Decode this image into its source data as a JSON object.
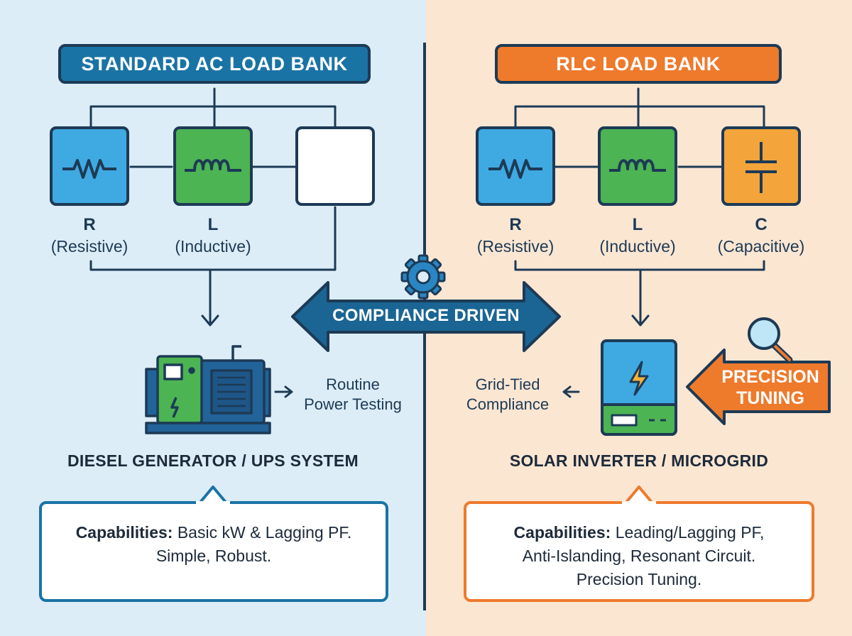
{
  "left": {
    "title": "STANDARD AC LOAD BANK",
    "components": [
      {
        "symbol": "R",
        "name": "(Resistive)"
      },
      {
        "symbol": "L",
        "name": "(Inductive)"
      }
    ],
    "side_text": [
      "Routine",
      "Power Testing"
    ],
    "system": "DIESEL GENERATOR / UPS SYSTEM",
    "capabilities_label": "Capabilities:",
    "capabilities_lines": [
      "Basic kW & Lagging PF.",
      "Simple, Robust."
    ]
  },
  "right": {
    "title": "RLC LOAD BANK",
    "components": [
      {
        "symbol": "R",
        "name": "(Resistive)"
      },
      {
        "symbol": "L",
        "name": "(Inductive)"
      },
      {
        "symbol": "C",
        "name": "(Capacitive)"
      }
    ],
    "side_text": [
      "Grid-Tied",
      "Compliance"
    ],
    "system": "SOLAR INVERTER / MICROGRID",
    "capabilities_label": "Capabilities:",
    "capabilities_lines": [
      "Leading/Lagging PF,",
      "Anti-Islanding, Resonant Circuit.",
      "Precision Tuning."
    ]
  },
  "center_arrow": {
    "label": "COMPLIANCE DRIVEN"
  },
  "precision_arrow": {
    "lines": [
      "PRECISION",
      "TUNING"
    ]
  },
  "colors": {
    "resistor": "#3fa9e2",
    "inductor": "#4cb453",
    "capacitor": "#f3a43a",
    "navy": "#1d3a55",
    "left_accent": "#1a73a5",
    "right_accent": "#ee7a2c"
  },
  "icons": [
    "resistor-icon",
    "inductor-icon",
    "capacitor-icon",
    "gear-icon",
    "magnifier-icon",
    "generator-icon",
    "inverter-icon",
    "lightning-icon"
  ]
}
